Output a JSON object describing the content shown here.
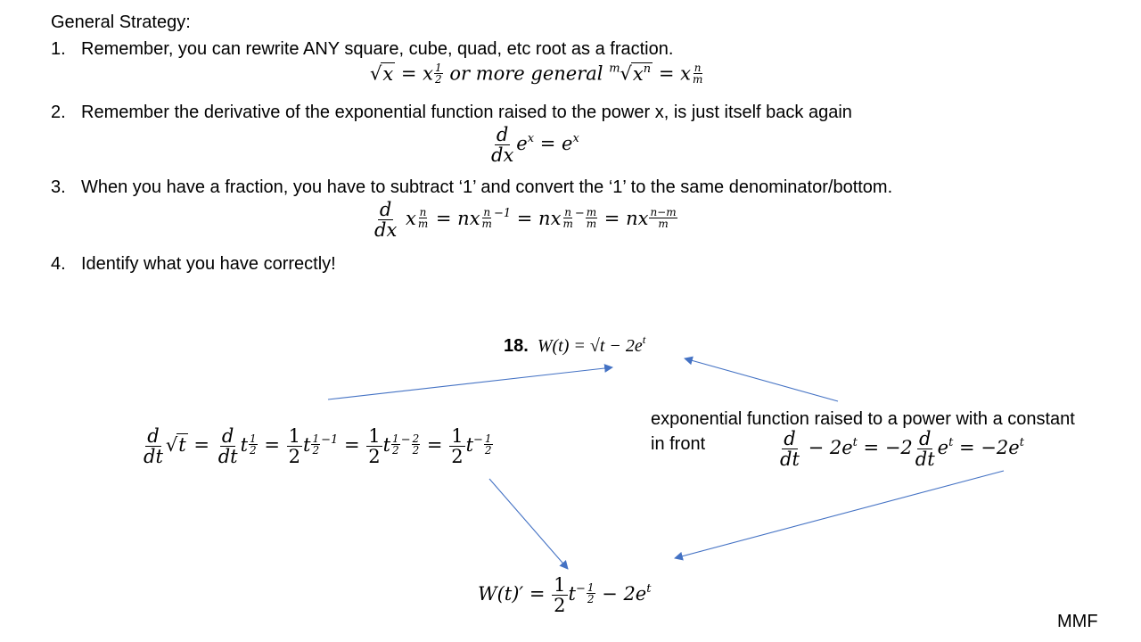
{
  "heading": "General Strategy:",
  "steps": [
    {
      "num": "1.",
      "text": "Remember, you can rewrite ANY square, cube, quad, etc root as a fraction."
    },
    {
      "num": "2.",
      "text": "Remember the derivative of the exponential function raised to the power x, is just itself back again"
    },
    {
      "num": "3.",
      "text": "When you have a fraction, you have to subtract ‘1’ and convert the ‘1’ to the same denominator/bottom."
    },
    {
      "num": "4.",
      "text": "Identify what you have correctly!"
    }
  ],
  "eq1_words": "or more general",
  "problem": {
    "number": "18.",
    "expression": "W(t) = √t − 2e"
  },
  "note": {
    "line1": "exponential function raised to a power with a constant",
    "line2": "in front"
  },
  "signature": "MMF",
  "arrow_color": "#4472c4"
}
